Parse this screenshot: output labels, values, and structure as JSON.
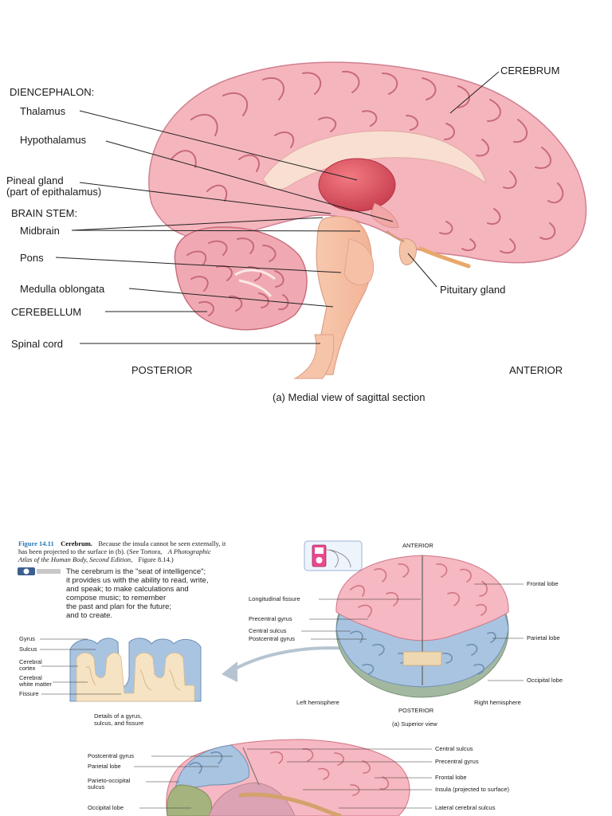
{
  "top_diagram": {
    "labels": {
      "diencephalon": "DIENCEPHALON:",
      "thalamus": "Thalamus",
      "hypothalamus": "Hypothalamus",
      "pineal_line1": "Pineal gland",
      "pineal_line2": "(part of epithalamus)",
      "brain_stem": "BRAIN STEM:",
      "midbrain": "Midbrain",
      "pons": "Pons",
      "medulla": "Medulla oblongata",
      "cerebellum": "CEREBELLUM",
      "spinal_cord": "Spinal cord",
      "cerebrum": "CEREBRUM",
      "pituitary": "Pituitary gland",
      "posterior": "POSTERIOR",
      "anterior": "ANTERIOR"
    },
    "caption": "(a) Medial view of sagittal section"
  },
  "bottom_panel": {
    "figure_number": "Figure 14.11",
    "figure_title": "Cerebrum.",
    "caption_line1": "Because the insula cannot be seen externally, it",
    "caption_line2a": "has been projected to the surface in (b). (See Tortora,",
    "caption_line2b": "A Photographic",
    "caption_line3a": "Atlas of the Human Body, Second Edition,",
    "caption_line3b": "Figure 8.14.)",
    "intro_lines": [
      "The cerebrum is the \"seat of intelligence\";",
      "it provides us with the ability to read, write,",
      "and speak; to make calculations and",
      "compose music; to remember",
      "the past and plan for the future;",
      "and to create."
    ],
    "detail_labels": {
      "gyrus": "Gyrus",
      "sulcus": "Sulcus",
      "cortex_line1": "Cerebral",
      "cortex_line2": "cortex",
      "white_line1": "Cerebral",
      "white_line2": "white matter",
      "fissure": "Fissure"
    },
    "detail_caption_lines": [
      "Details of a gyrus,",
      "sulcus, and fissure"
    ],
    "superior": {
      "anterior": "ANTERIOR",
      "posterior": "POSTERIOR",
      "longitudinal_fissure": "Longitudinal fissure",
      "precentral_gyrus": "Precentral gyrus",
      "central_sulcus": "Central sulcus",
      "postcentral_gyrus": "Postcentral gyrus",
      "frontal_lobe": "Frontal lobe",
      "parietal_lobe": "Parietal lobe",
      "occipital_lobe": "Occipital lobe",
      "left_hemisphere": "Left hemisphere",
      "right_hemisphere": "Right hemisphere",
      "caption": "(a) Superior view"
    },
    "lateral": {
      "postcentral_gyrus": "Postcentral gyrus",
      "parietal_lobe": "Parietal lobe",
      "parieto_line1": "Parieto-occipital",
      "parieto_line2": "sulcus",
      "occipital_lobe": "Occipital lobe",
      "central_sulcus": "Central sulcus",
      "precentral_gyrus": "Precentral gyrus",
      "frontal_lobe": "Frontal lobe",
      "insula": "Insula (projected  to surface)",
      "lateral_sulcus": "Lateral cerebral sulcus"
    },
    "icons": [
      "animation-badge-icon",
      "media-player-icon"
    ]
  }
}
